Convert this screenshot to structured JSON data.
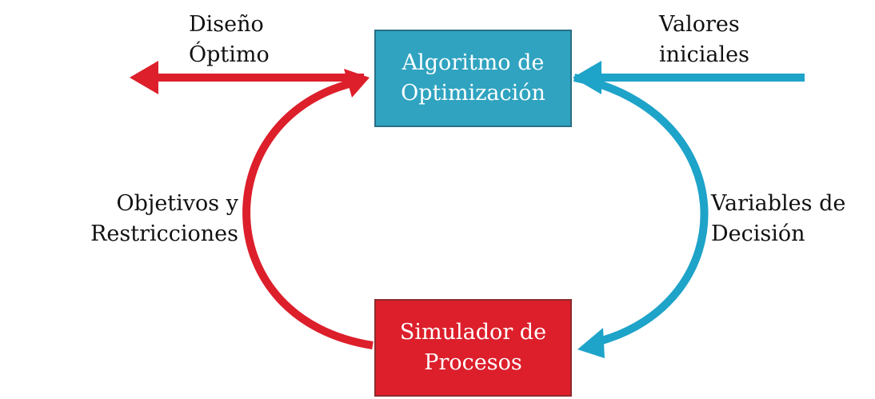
{
  "boxes": {
    "optimizer": {
      "line1": "Algoritmo de",
      "line2": "Optimización"
    },
    "simulator": {
      "line1": "Simulador de",
      "line2": "Procesos"
    }
  },
  "labels": {
    "optimal_design": {
      "line1": "Diseño",
      "line2": "Óptimo"
    },
    "initial_values": {
      "line1": "Valores",
      "line2": "iniciales"
    },
    "objectives": {
      "line1": "Objetivos y",
      "line2": "Restricciones"
    },
    "decision_variables": {
      "line1": "Variables de",
      "line2": "Decisión"
    }
  },
  "colors": {
    "blue": "#2fa3c0",
    "red": "#dc1f2b",
    "blue_arrow": "#1ea3c9",
    "red_arrow": "#dc1f2b"
  }
}
